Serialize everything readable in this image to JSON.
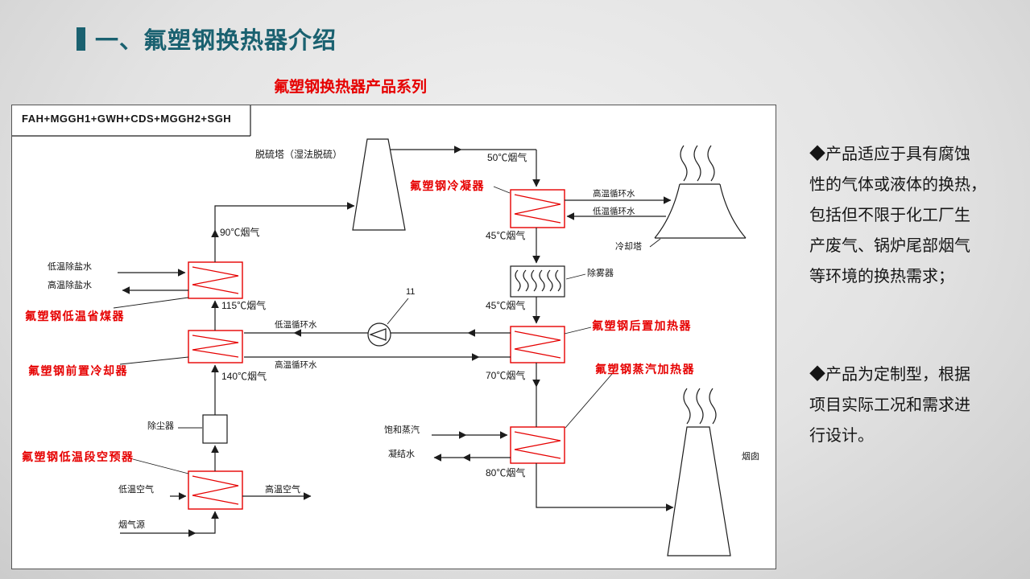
{
  "slide": {
    "title": "一、氟塑钢换热器介绍",
    "subtitle": "氟塑钢换热器产品系列"
  },
  "colors": {
    "title_accent": "#1a6170",
    "diagram_red": "#e60000",
    "line": "#1c1c1c"
  },
  "right_panel": {
    "bullet1": "◆产品适应于具有腐蚀\n性的气体或液体的换热，\n包括但不限于化工厂生\n产废气、锅炉尾部烟气\n等环境的换热需求；",
    "bullet2": "◆产品为定制型，根据\n项目实际工况和需求进\n行设计。"
  },
  "diagram": {
    "header": "FAH+MGGH1+GWH+CDS+MGGH2+SGH",
    "labels": {
      "tower": "脱硫塔（湿法脱硫）",
      "t50": "50℃烟气",
      "t90": "90℃烟气",
      "t115": "115℃烟气",
      "t140": "140℃烟气",
      "t45a": "45℃烟气",
      "t45b": "45℃烟气",
      "t70": "70℃烟气",
      "t80": "80℃烟气",
      "hot_water_top": "高温循环水",
      "cold_water_top": "低温循环水",
      "cold_water_mid": "低温循环水",
      "hot_water_mid": "高温循环水",
      "demin_in": "低温除盐水",
      "demin_out": "高温除盐水",
      "cooling_tower": "冷却塔",
      "demister": "除雾器",
      "dust_collector": "除尘器",
      "air_in": "低温空气",
      "air_out": "高温空气",
      "gas_source": "烟气源",
      "steam_in": "饱和蒸汽",
      "condensate": "凝结水",
      "stack": "烟囱",
      "pump_no": "11",
      "condenser": "氟塑钢冷凝器",
      "economizer": "氟塑钢低温省煤器",
      "pre_cooler": "氟塑钢前置冷却器",
      "air_preheater": "氟塑钢低温段空预器",
      "post_heater": "氟塑钢后置加热器",
      "steam_heater": "氟塑钢蒸汽加热器"
    }
  }
}
